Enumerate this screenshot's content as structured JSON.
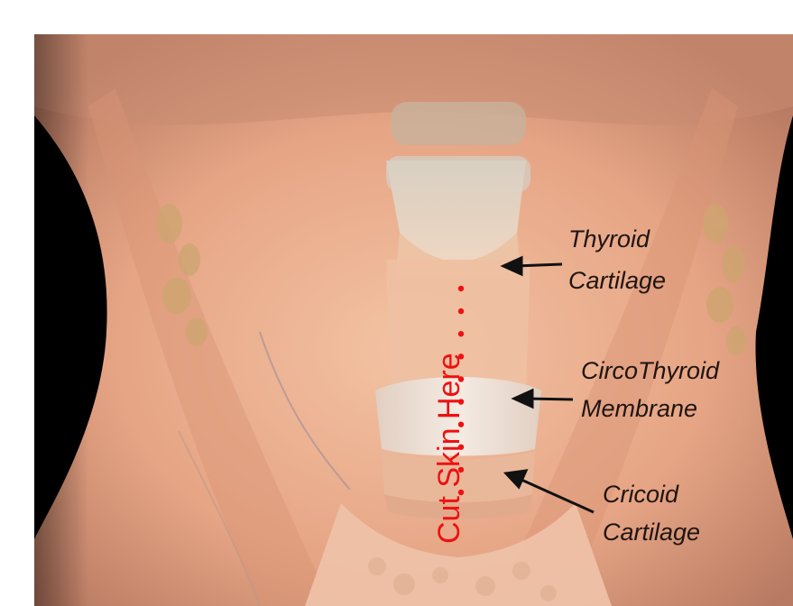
{
  "colors": {
    "background": "#000000",
    "skin": "#e8a585",
    "skin_light": "#f0bd9d",
    "cartilage": "#ead7c6",
    "membrane": "#efe3d8",
    "thyroid_gland": "#d9b79b",
    "label_text": "#1f1410",
    "cut_mark": "#ee1111"
  },
  "annotations": {
    "cut_instruction": "Cut Skin Here",
    "thyroid_cartilage": {
      "line1": "Thyroid",
      "line2": "Cartilage"
    },
    "cricothyroid_membrane": {
      "line1": "CircoThyroid",
      "line2": "Membrane"
    },
    "cricoid_cartilage": {
      "line1": "Cricoid",
      "line2": "Cartilage"
    }
  },
  "incision_dots_count": 10
}
